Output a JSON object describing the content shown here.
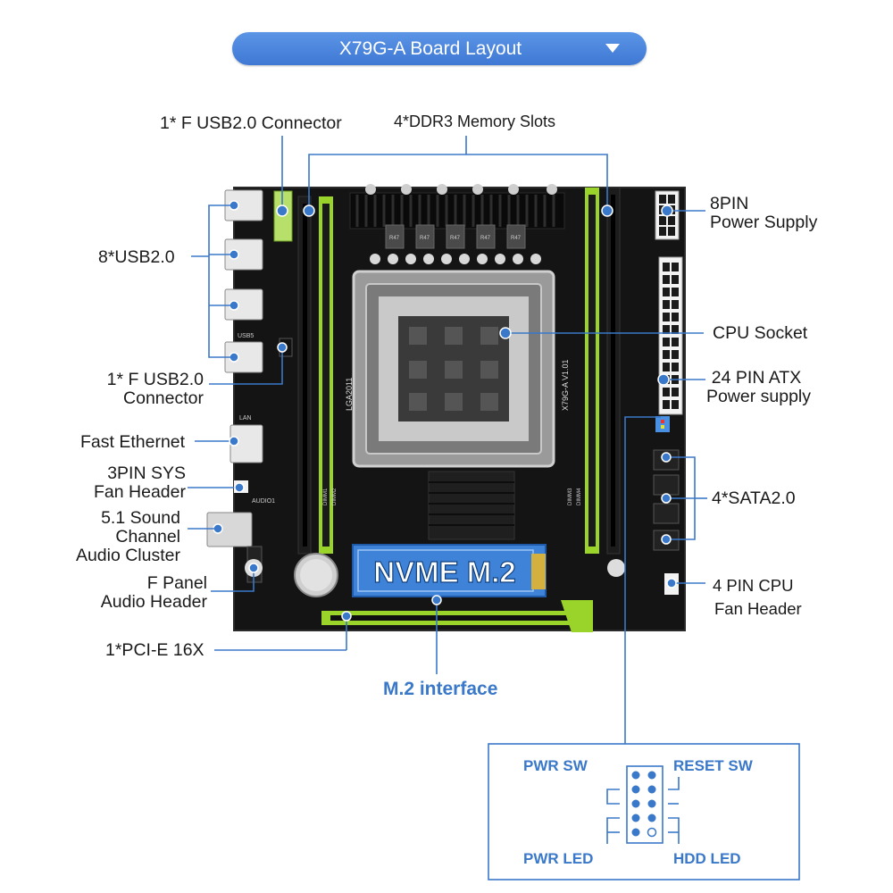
{
  "header": {
    "title": "X79G-A  Board Layout"
  },
  "labels": {
    "f_usb_top": "1* F USB2.0 Connector",
    "ddr3": "4*DDR3 Memory Slots",
    "usb8": "8*USB2.0",
    "f_usb_left_1": "1* F USB2.0",
    "f_usb_left_2": "Connector",
    "fast_eth": "Fast Ethernet",
    "sys_fan_1": "3PIN SYS",
    "sys_fan_2": "Fan Header",
    "audio_1": "5.1 Sound",
    "audio_2": "Channel",
    "audio_3": "Audio Cluster",
    "fpanel_1": "F Panel",
    "fpanel_2": "Audio Header",
    "pcie": "1*PCI-E 16X",
    "m2": "M.2 interface",
    "pin8_1": "8PIN",
    "pin8_2": "Power Supply",
    "cpu_socket": "CPU Socket",
    "atx_1": "24 PIN ATX",
    "atx_2": "Power supply",
    "sata": "4*SATA2.0",
    "cpu_fan_1": "4 PIN CPU",
    "cpu_fan_2": "Fan Header"
  },
  "board": {
    "nvme": "NVME M.2",
    "socket": "LGA2011",
    "model": "X79G-A  V1.01",
    "dimm1": "DIMM1",
    "dimm2": "DIMM2",
    "dimm3": "DIMM3",
    "dimm4": "DIMM4",
    "lan": "LAN",
    "usb5": "USB5",
    "audio": "AUDIO1",
    "chip": "R47"
  },
  "panel": {
    "pwr_sw": "PWR SW",
    "reset_sw": "RESET SW",
    "pwr_led": "PWR LED",
    "hdd_led": "HDD  LED"
  },
  "colors": {
    "accent": "#3a78c9",
    "board": "#141414",
    "slot_green": "#9ad42a",
    "line": "#3a78c9"
  }
}
